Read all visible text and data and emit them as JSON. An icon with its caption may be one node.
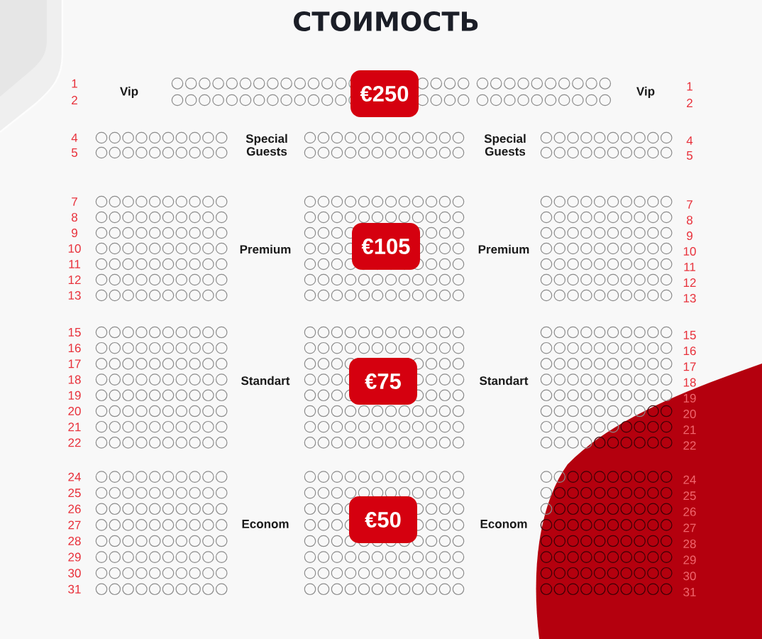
{
  "diagram": {
    "title": "СТОИМОСТЬ",
    "nodes": [
      {
        "text": [
          "€250"
        ]
      },
      {
        "text": [
          "€105"
        ]
      },
      {
        "text": [
          "€75"
        ]
      },
      {
        "text": [
          "€50"
        ]
      }
    ],
    "labels": [
      "1",
      "2",
      "Vip",
      "Vip",
      "1",
      "2",
      "4",
      "5",
      "Special Guests",
      "Special Guests",
      "4",
      "5",
      "7",
      "8",
      "9",
      "10",
      "11",
      "12",
      "13",
      "Premium",
      "Premium",
      "7",
      "8",
      "9",
      "10",
      "11",
      "12",
      "13",
      "15",
      "16",
      "17",
      "18",
      "19",
      "20",
      "21",
      "22",
      "Standart",
      "Standart",
      "15",
      "16",
      "17",
      "18",
      "19",
      "20",
      "21",
      "22",
      "24",
      "25",
      "26",
      "27",
      "28",
      "29",
      "30",
      "31",
      "Econom",
      "Econom",
      "24",
      "25",
      "26",
      "27",
      "28",
      "29",
      "30",
      "31"
    ]
  }
}
